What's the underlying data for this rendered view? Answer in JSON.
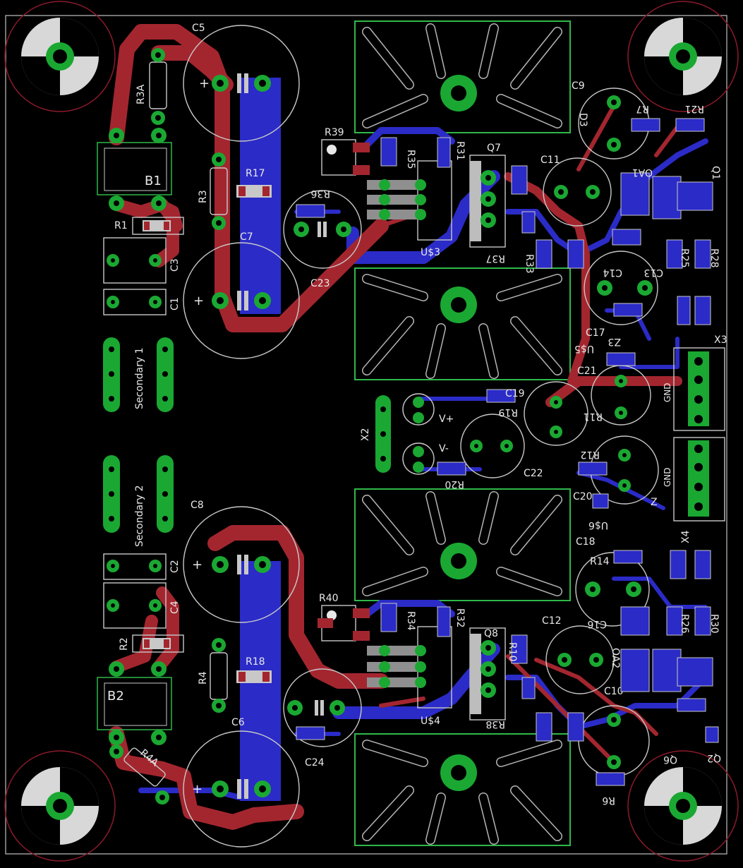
{
  "colors": {
    "background": "#000000",
    "top_copper": "#a3262f",
    "bottom_copper": "#2b2bc8",
    "pads": "#1aa832",
    "silkscreen": "#c8c8c8",
    "outline": "#2fb84a",
    "mounting_ring": "#8b1a2a"
  },
  "labels": {
    "C5": "C5",
    "R3A": "R3A",
    "B1": "B1",
    "R39": "R39",
    "R35": "R35",
    "R31": "R31",
    "Q7": "Q7",
    "C9": "C9",
    "D3": "D3",
    "R7": "R7",
    "R21": "R21",
    "Q1": "Q1",
    "C11": "C11",
    "OA1": "OA1",
    "R3": "R3",
    "R17": "R17",
    "R36": "R36",
    "R1": "R1",
    "C3": "C3",
    "C7": "C7",
    "C1": "C1",
    "C23": "C23",
    "U3": "U$3",
    "R37": "R37",
    "R33": "R33",
    "C14": "C14",
    "C13": "C13",
    "R25": "R25",
    "R28": "R28",
    "C17": "C17",
    "U5": "U$5",
    "Z3": "Z3",
    "X3": "X3",
    "secondary1": "Secondary 1",
    "secondary2": "Secondary 2",
    "C21": "C21",
    "C19": "C19",
    "R19": "R19",
    "R11": "R11",
    "Vplus": "V+",
    "Vminus": "V-",
    "X2": "X2",
    "GND": "GND",
    "R12": "R12",
    "R20": "R20",
    "C22": "C22",
    "C20": "C20",
    "U6": "U$6",
    "Z": "Z",
    "C8": "C8",
    "C2": "C2",
    "C4": "C4",
    "C18": "C18",
    "R14": "R14",
    "X4": "X4",
    "R40": "R40",
    "R34": "R34",
    "Q8": "Q8",
    "R32": "R32",
    "R18": "R18",
    "R2": "R2",
    "R4": "R4",
    "B2": "B2",
    "C12": "C12",
    "OA2": "OA2",
    "R30": "R30",
    "C16": "C16",
    "C6": "C6",
    "U4": "U$4",
    "R38": "R38",
    "C24": "C24",
    "R4A": "R4A",
    "R26": "R26",
    "C10": "C10",
    "R6": "R6",
    "Q6": "Q6",
    "Q2": "Q2",
    "R10": "R10"
  }
}
